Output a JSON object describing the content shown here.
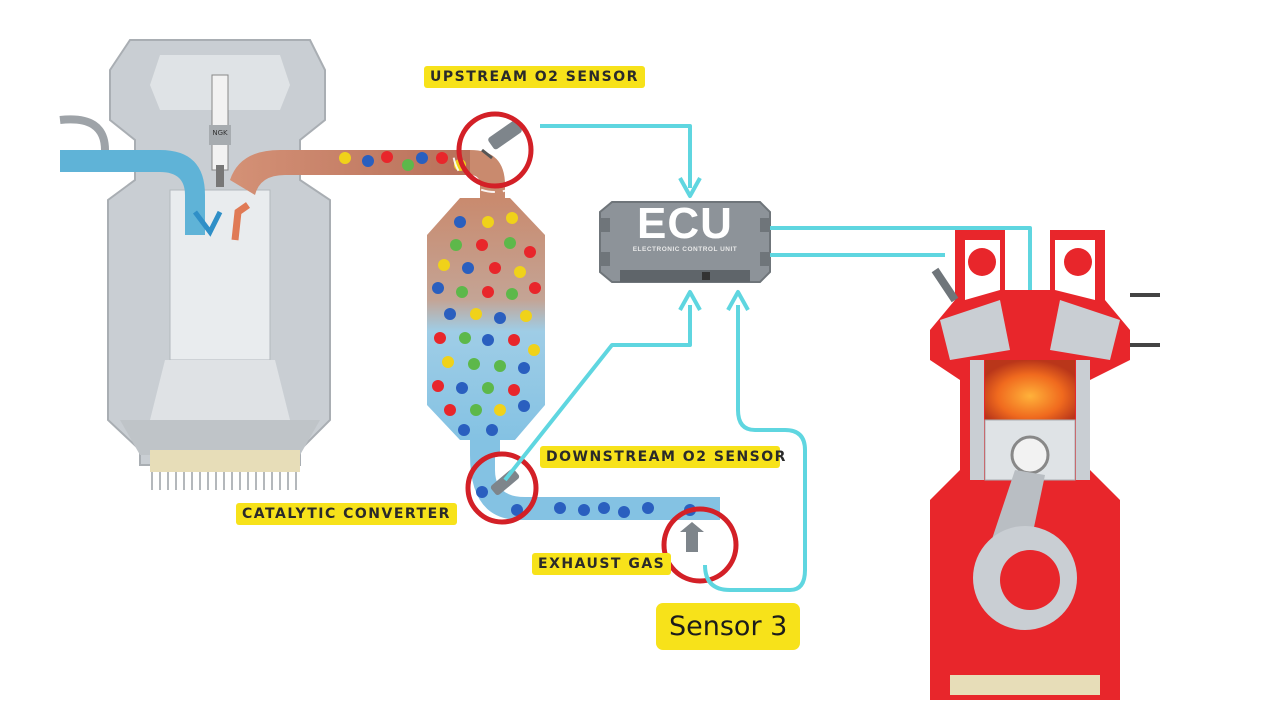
{
  "labels": {
    "upstream": "UPSTREAM O2 SENSOR",
    "downstream": "DOWNSTREAM O2 SENSOR",
    "catalytic": "CATALYTIC CONVERTER",
    "exhaust": "EXHAUST GAS",
    "sensor3": "Sensor 3"
  },
  "ecu": {
    "title": "ECU",
    "subtitle": "ELECTRONIC CONTROL UNIT"
  },
  "spark_plug_brand": "NGK",
  "colors": {
    "wire": "#5fd6e0",
    "highlight_ring": "#d32027",
    "label_bg": "#f7e21a",
    "engine_red": "#e8262b",
    "engine_gray": "#c9ced3",
    "ecu_body": "#8d9399",
    "exhaust_pipe": "#c98a6e",
    "intake_pipe": "#5fb3d7",
    "ball_red": "#e8262b",
    "ball_blue": "#2a5fbf",
    "ball_green": "#5db84a",
    "ball_yellow": "#f0d21a"
  }
}
